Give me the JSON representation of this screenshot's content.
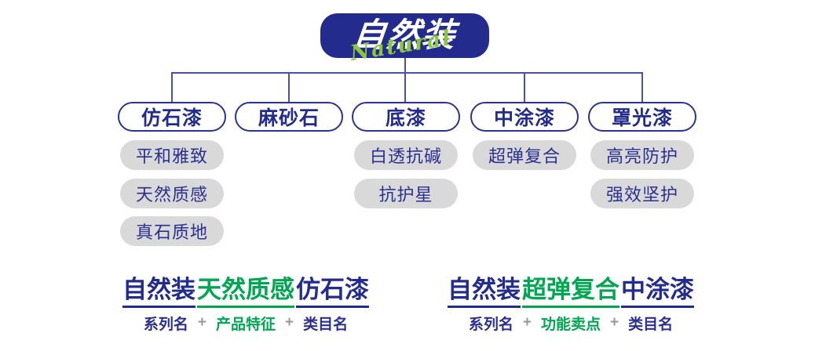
{
  "logo": {
    "title": "自然装",
    "subtitle": "Natural"
  },
  "colors": {
    "navy": "#232b8c",
    "green": "#00a651",
    "lime": "#8dc63f",
    "feature_bg": "#d9d9d9",
    "plus_gray": "#9b9b9b",
    "line": "#4a51a5"
  },
  "categories": [
    {
      "label": "仿石漆",
      "features": [
        "平和雅致",
        "天然质感",
        "真石质地"
      ]
    },
    {
      "label": "麻砂石",
      "features": []
    },
    {
      "label": "底漆",
      "features": [
        "白透抗碱",
        "抗护星"
      ]
    },
    {
      "label": "中涂漆",
      "features": [
        "超弹复合"
      ]
    },
    {
      "label": "罩光漆",
      "features": [
        "高亮防护",
        "强效坚护"
      ]
    }
  ],
  "formulas": [
    {
      "series": "自然装",
      "middle": "天然质感",
      "category": "仿石漆",
      "labels": {
        "series": "系列名",
        "plus1": "+",
        "middle": "产品特征",
        "plus2": "+",
        "category": "类目名"
      }
    },
    {
      "series": "自然装",
      "middle": "超弹复合",
      "category": "中涂漆",
      "labels": {
        "series": "系列名",
        "plus1": "+",
        "middle": "功能卖点",
        "plus2": "+",
        "category": "类目名"
      }
    }
  ]
}
